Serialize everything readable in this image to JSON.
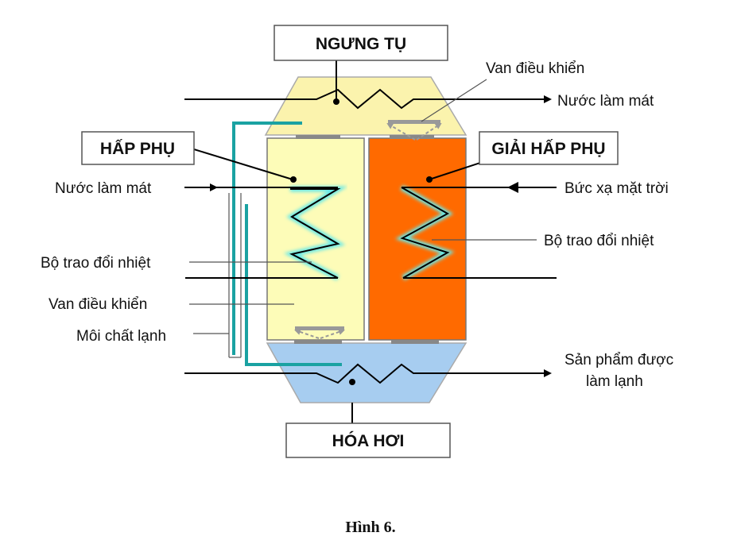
{
  "labels": {
    "condenser": "NGƯNG TỤ",
    "evaporator": "HÓA HƠI",
    "adsorption": "HẤP PHỤ",
    "desorption": "GIẢI HẤP PHỤ",
    "control_valve_top": "Van điều khiển",
    "cooling_water_out": "Nước làm mát",
    "cooling_water_in": "Nước làm mát",
    "solar_radiation": "Bức xạ mặt trời",
    "heat_exchanger_left": "Bộ trao đổi nhiệt",
    "heat_exchanger_right": "Bộ trao đổi nhiệt",
    "control_valve_bottom": "Van điều khiển",
    "refrigerant": "Môi chất lạnh",
    "cooled_product_line1": "Sản phẩm được",
    "cooled_product_line2": "làm lạnh",
    "figure_caption": "Hình 6."
  },
  "colors": {
    "condenser_fill": "#fbf3ad",
    "adsorber_fill": "#fdfcb8",
    "desorber_fill": "#ff6a00",
    "evaporator_fill": "#a7cdf0",
    "refrigerant_pipe": "#1aa2a2",
    "heat_exchanger_glow": "#66e8e8"
  }
}
